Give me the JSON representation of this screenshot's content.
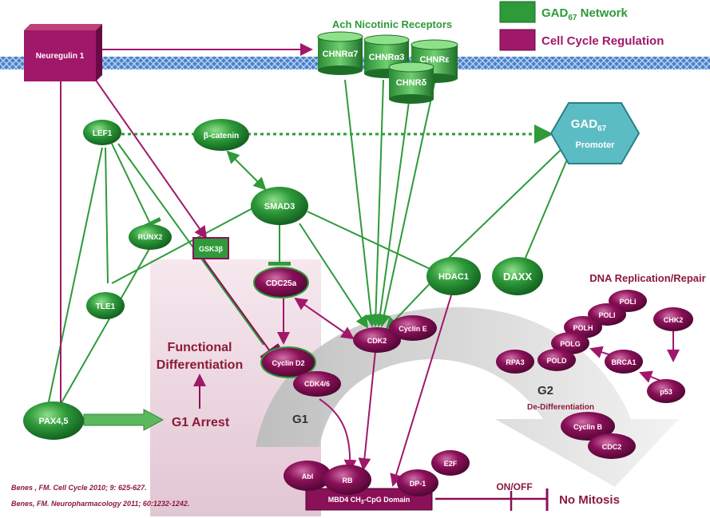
{
  "legend": {
    "gad67_network": "GAD67 Network",
    "gad67_network_main": "GAD",
    "gad67_network_sub": "67",
    "gad67_network_rest": " Network",
    "cell_cycle": "Cell Cycle Regulation"
  },
  "membrane": {
    "neuregulin": "Neuregulin 1",
    "receptors_title": "Ach Nicotinic Receptors",
    "chnr_a7": "CHNRα7",
    "chnr_a3": "CHNRα3",
    "chnr_e": "CHNRε",
    "chnr_d": "CHNRδ"
  },
  "nodes": {
    "lef1": "LEF1",
    "beta_catenin": "β-catenin",
    "smad3": "SMAD3",
    "runx2": "RUNX2",
    "gsk3b": "GSK3β",
    "tle1": "TLE1",
    "cdc25a": "CDC25a",
    "hdac1": "HDAC1",
    "daxx": "DAXX",
    "gad67_promoter_main": "GAD",
    "gad67_promoter_sub": "67",
    "gad67_promoter_label": "Promoter",
    "cdk2": "CDK2",
    "cyclin_e": "Cyclin E",
    "cyclin_d2": "Cyclin D2",
    "cdk46": "CDK4/6",
    "pax45": "PAX4,5",
    "abl": "Abl",
    "rb": "RB",
    "dp1": "DP-1",
    "e2f": "E2F",
    "mbd4_main": "MBD4 CH",
    "mbd4_sub": "3",
    "mbd4_rest": "-CpG Domain",
    "poli1": "POLI",
    "poli2": "POLI",
    "polh": "POLH",
    "polg": "POLG",
    "pold": "POLD",
    "rpa3": "RPA3",
    "chk2": "CHK2",
    "brca1": "BRCA1",
    "p53": "p53",
    "cyclin_b": "Cyclin B",
    "cdc2": "CDC2"
  },
  "labels": {
    "functional_1": "Functional",
    "functional_2": "Differentiation",
    "g1_arrest": "G1 Arrest",
    "g1": "G1",
    "g2": "G2",
    "dedifferentiation": "De-Differentiation",
    "dna_repair": "DNA  Replication/Repair",
    "on_off": "ON/OFF",
    "no_mitosis": "No Mitosis"
  },
  "references": {
    "ref1": "Benes , FM. Cell Cycle 2010; 9: 625-627.",
    "ref2": "Benes, FM.  Neuropharmacology 2011; 60:1232-1242."
  },
  "colors": {
    "green": "#2e9a3a",
    "magenta": "#8a1058",
    "teal": "#5cbcc4",
    "label_red": "#8b1a3a"
  }
}
